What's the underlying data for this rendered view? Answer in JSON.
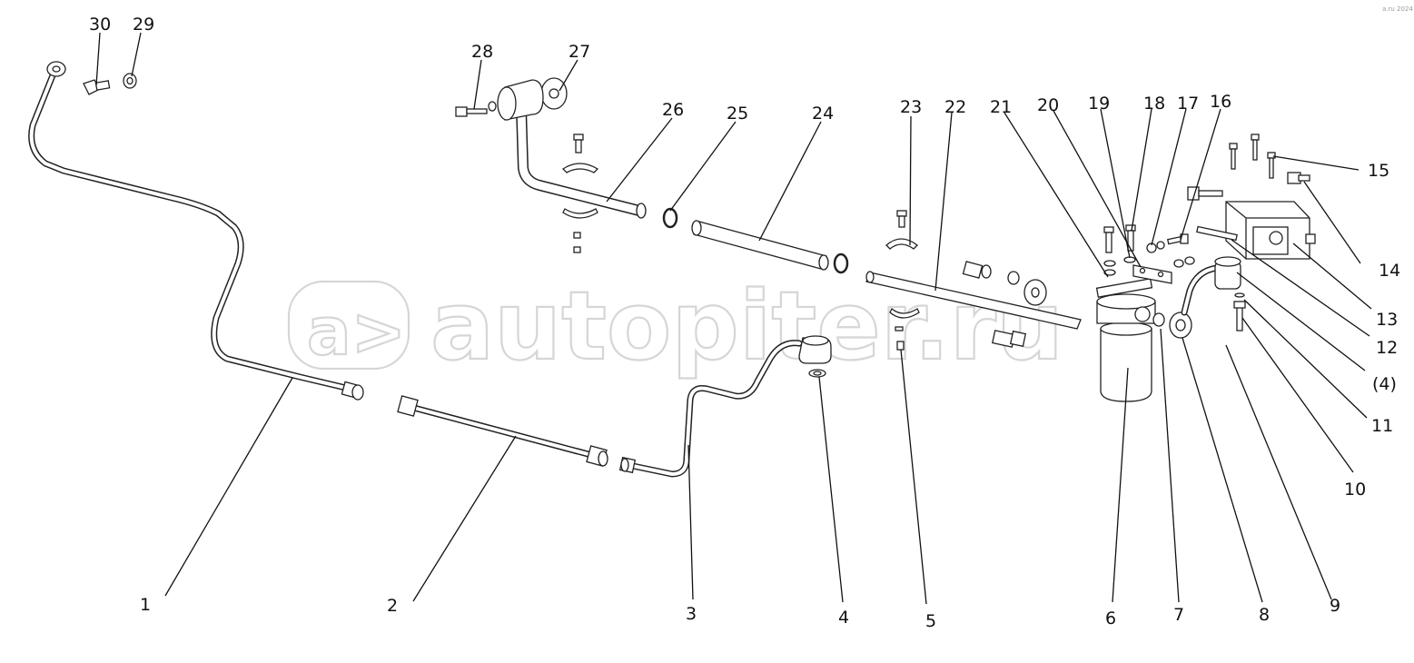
{
  "diagram": {
    "callouts": [
      "1",
      "2",
      "3",
      "4",
      "5",
      "6",
      "7",
      "8",
      "9",
      "10",
      "11",
      "12",
      "(4)",
      "13",
      "14",
      "15",
      "16",
      "17",
      "18",
      "19",
      "20",
      "21",
      "22",
      "23",
      "24",
      "25",
      "26",
      "27",
      "28",
      "29",
      "30"
    ]
  },
  "watermark": {
    "text": "autopiter.ru"
  },
  "corner_mark": "a.ru 2024"
}
